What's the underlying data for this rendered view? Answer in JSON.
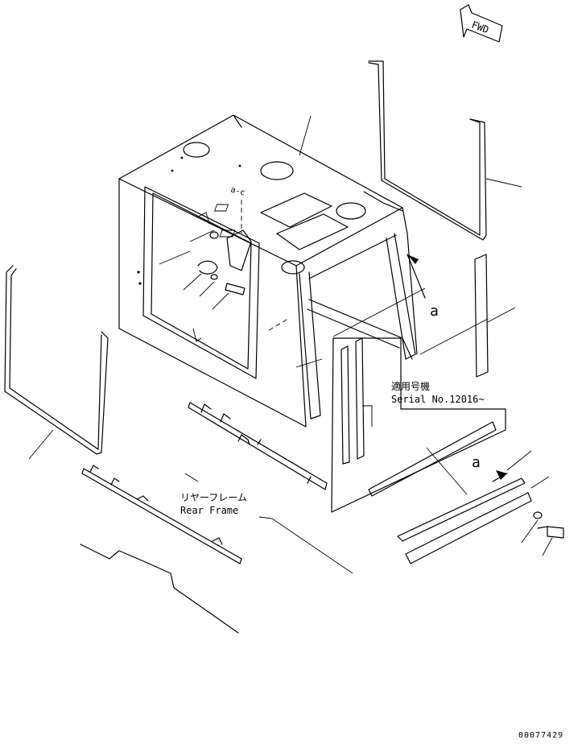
{
  "direction_marker": {
    "label": "FWD"
  },
  "serial_note": {
    "applicability_jp": "適用号機",
    "serial": "Serial No.12016~"
  },
  "view_marker": {
    "letter": "a"
  },
  "callout_label": {
    "name_jp": "リヤーフレーム",
    "name_en": "Rear Frame"
  },
  "drawing_number": "00077429",
  "part_codes": {
    "bracket_mark": "a-c"
  }
}
